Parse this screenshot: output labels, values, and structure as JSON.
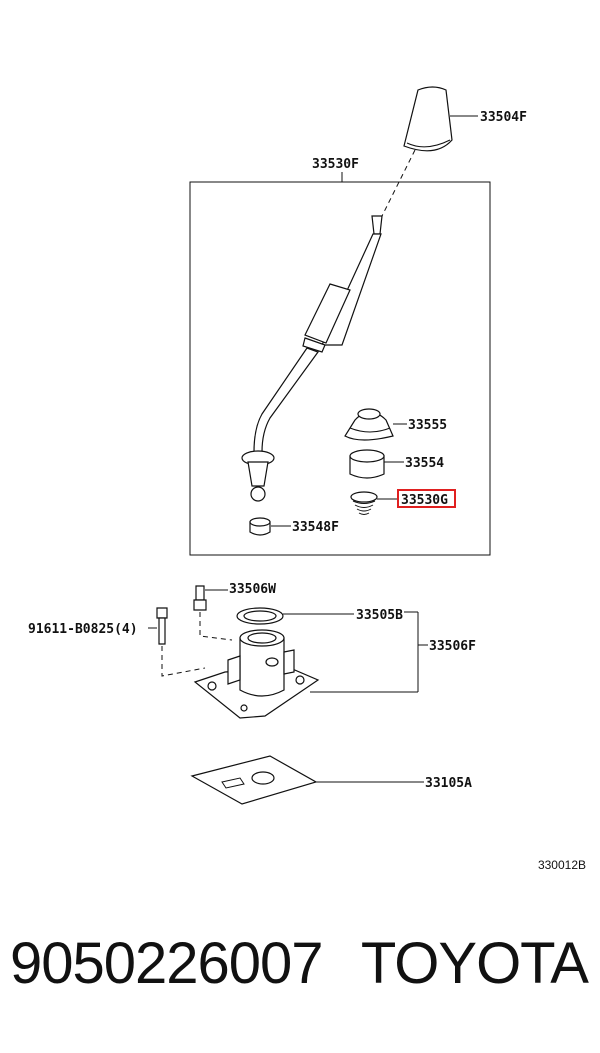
{
  "diagram": {
    "labels": {
      "knob": "33504F",
      "shift_lever": "33530F",
      "boot": "33555",
      "bushing": "33554",
      "spring": "33530G",
      "seat": "33548F",
      "grease_fitting": "33506W",
      "bolt": "91611-B0825(4)",
      "ring": "33505B",
      "retainer": "33506F",
      "gasket": "33105A"
    },
    "highlight_color": "#e02020",
    "diagram_id": "330012B"
  },
  "footer": {
    "part_number": "9050226007",
    "brand": "TOYOTA"
  }
}
